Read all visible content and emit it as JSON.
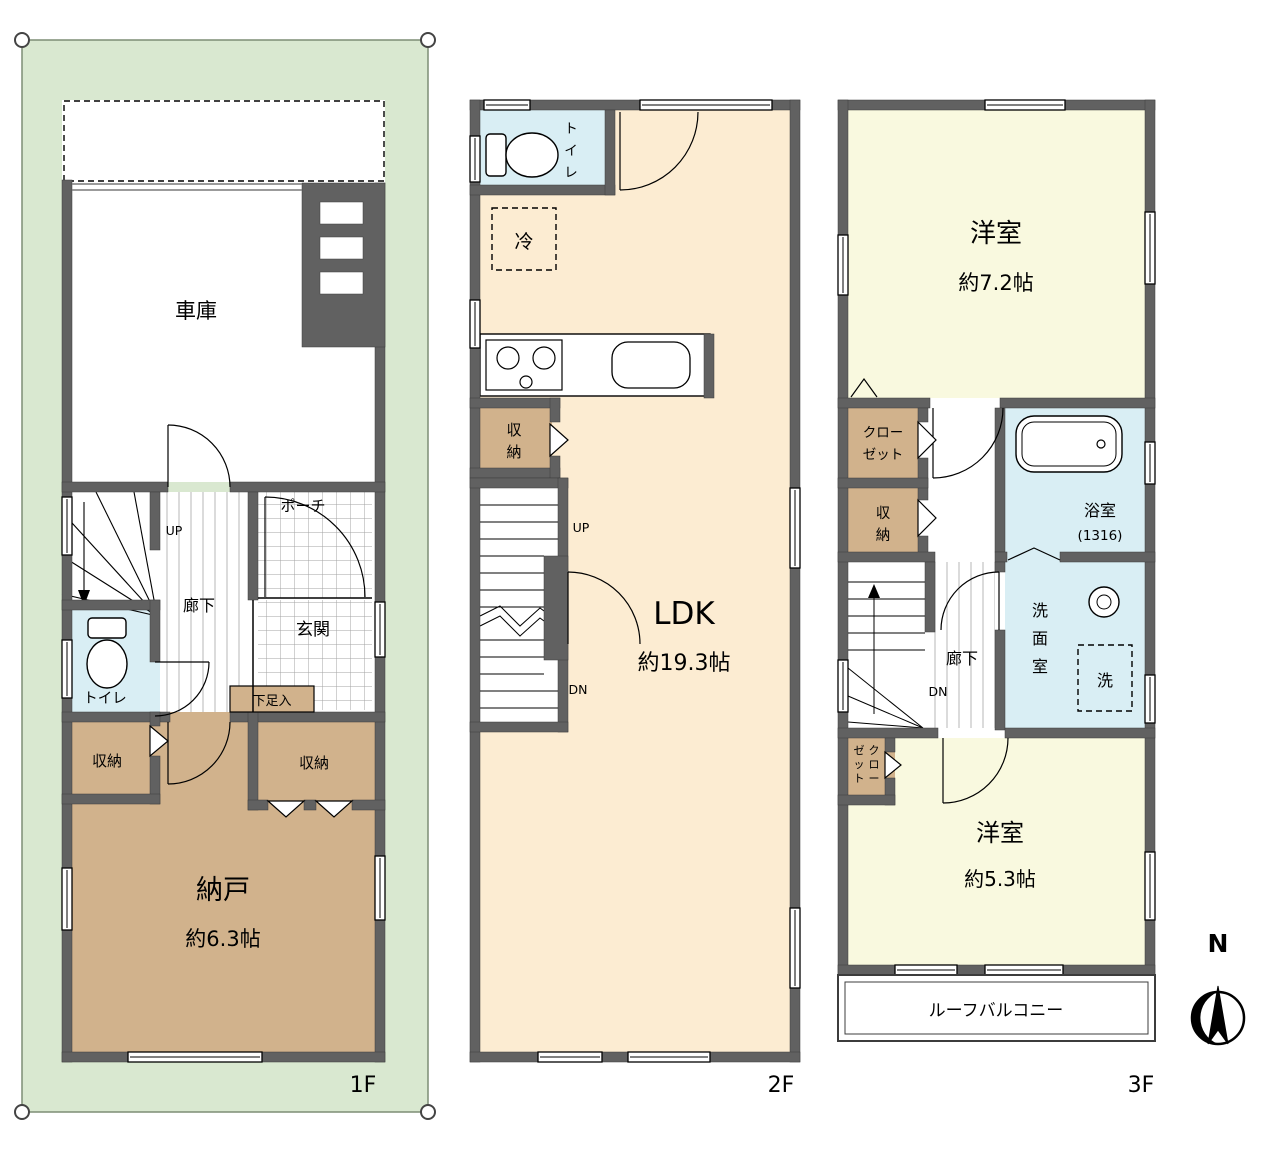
{
  "colors": {
    "plot": "#d9e8d0",
    "wall": "#616161",
    "cream": "#fcecd2",
    "tan": "#d1b28c",
    "blue": "#d9eef4",
    "yellow": "#f9f9df"
  },
  "floor1": {
    "floor_label": "1F",
    "garage": "車庫",
    "porch": "ポーチ",
    "hallway": "廊下",
    "entrance": "玄関",
    "toilet": "トイレ",
    "shoe_cabinet": "下足入",
    "storage_a": "収納",
    "storage_b": "収納",
    "storage_room": "納戸",
    "storage_room_size": "約6.3帖",
    "stairs_up": "UP"
  },
  "floor2": {
    "floor_label": "2F",
    "toilet_chars": [
      "ト",
      "イ",
      "レ"
    ],
    "refrigerator": "冷",
    "storage_chars": [
      "収",
      "納"
    ],
    "stairs_up": "UP",
    "stairs_down": "DN",
    "ldk": "LDK",
    "ldk_size": "約19.3帖"
  },
  "floor3": {
    "floor_label": "3F",
    "bedroom_a": "洋室",
    "bedroom_a_size": "約7.2帖",
    "closet_a_lines": [
      "クロー",
      "ゼット"
    ],
    "storage_chars": [
      "収",
      "納"
    ],
    "bathroom": "浴室",
    "bathroom_size": "(1316)",
    "washroom_chars": [
      "洗",
      "面",
      "室"
    ],
    "washer": "洗",
    "hallway": "廊下",
    "stairs_down": "DN",
    "closet_b_col1": [
      "ク",
      "ロ",
      "ー"
    ],
    "closet_b_col2": [
      "ゼ",
      "ッ",
      "ト"
    ],
    "bedroom_b": "洋室",
    "bedroom_b_size": "約5.3帖",
    "balcony": "ルーフバルコニー"
  },
  "compass": {
    "north_label": "N"
  }
}
